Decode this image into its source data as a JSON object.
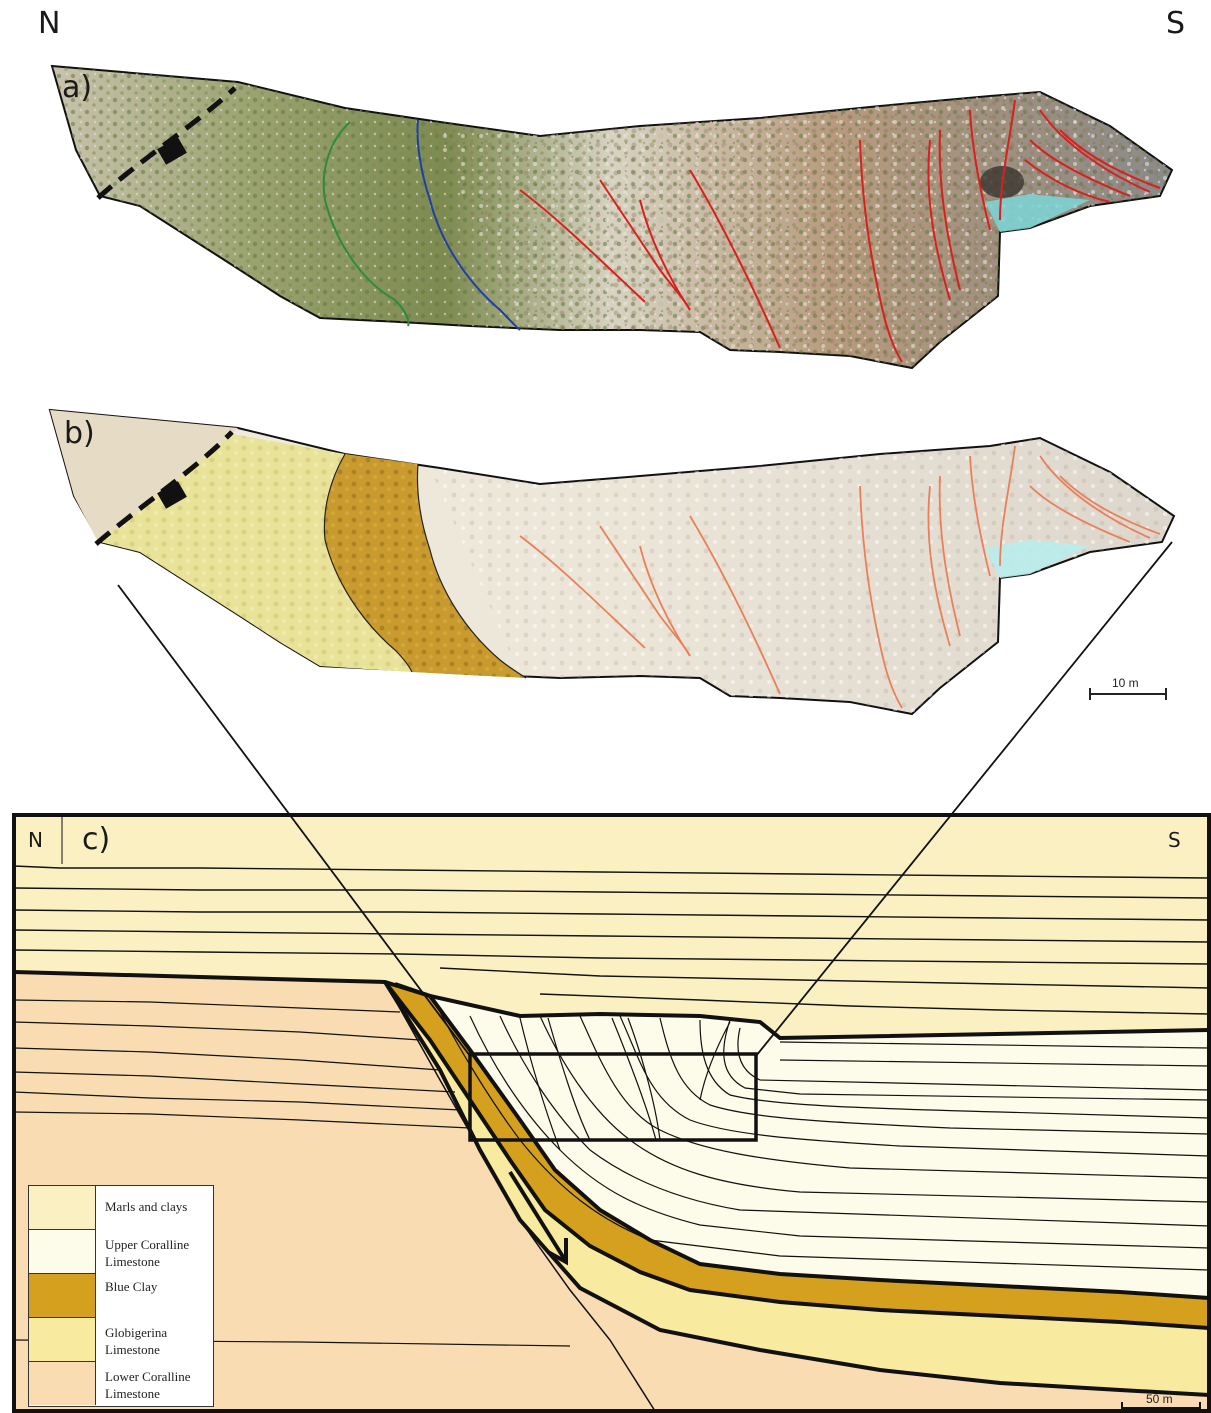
{
  "orientation": {
    "north": "N",
    "south": "S"
  },
  "panels": {
    "a": {
      "label": "a)"
    },
    "b": {
      "label": "b)"
    },
    "c": {
      "label": "c)",
      "north": "N",
      "south": "S"
    }
  },
  "scale_bars": {
    "photo": "10 m",
    "section": "50 m"
  },
  "legend": {
    "items": [
      {
        "text": "Marls and clays",
        "color": "#faf0c2"
      },
      {
        "text": "Upper Coralline Limestone",
        "color": "#fdfbe9"
      },
      {
        "text": "Blue Clay",
        "color": "#d4a01e"
      },
      {
        "text": "Globigerina Limestone",
        "color": "#f8ea9e"
      },
      {
        "text": "Lower Coralline Limestone",
        "color": "#f9dcb2"
      }
    ]
  },
  "colors": {
    "fault_red": "#d9201e",
    "contact_green": "#2e8b3c",
    "contact_blue": "#1f3fa8",
    "water": "#7ed6d8"
  }
}
